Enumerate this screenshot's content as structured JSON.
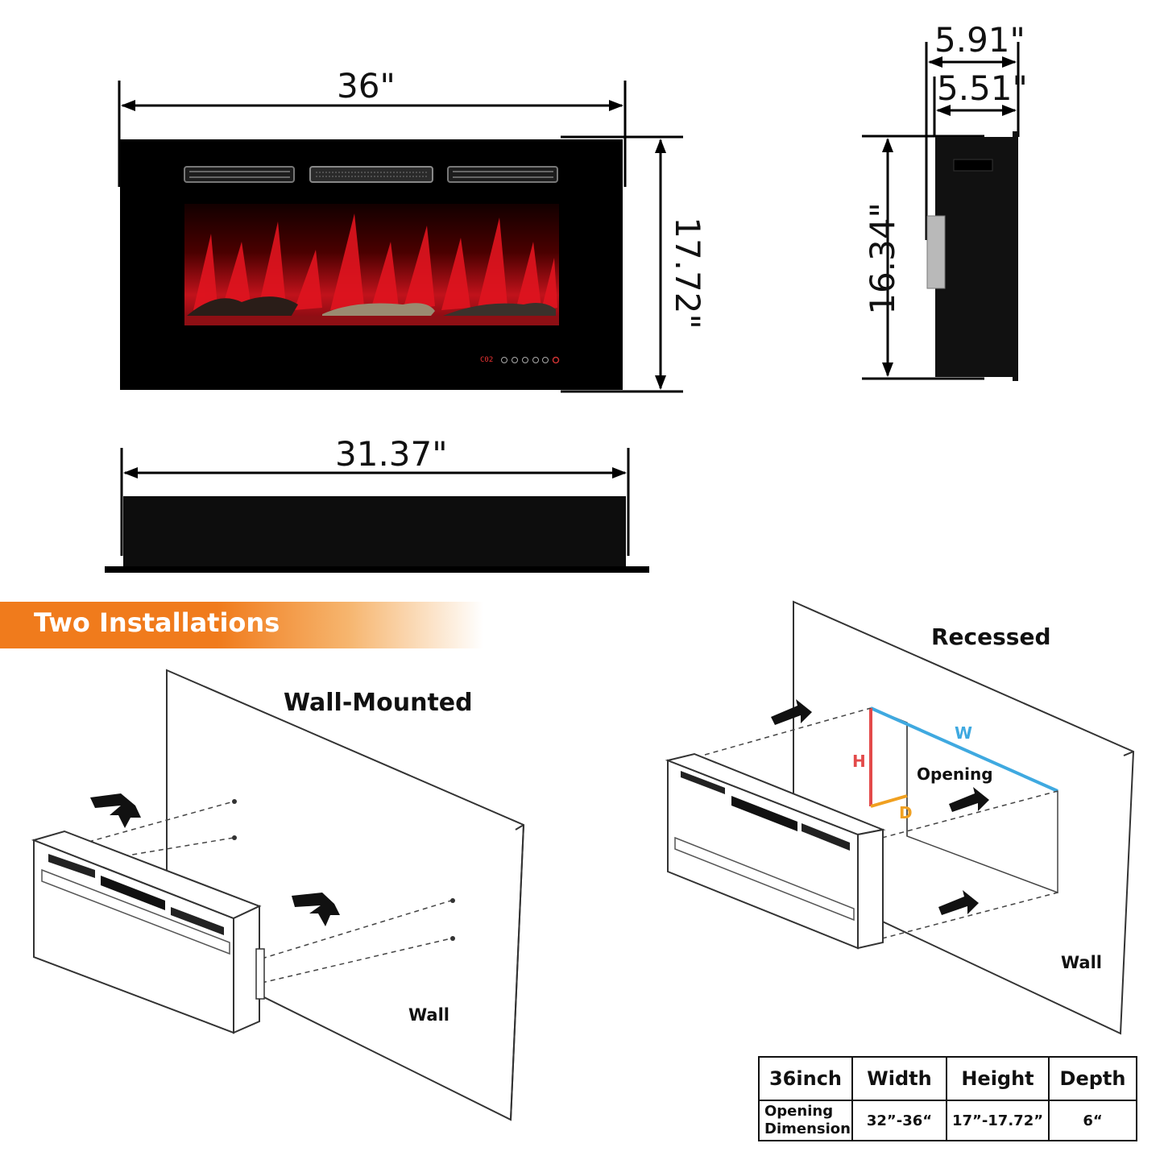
{
  "dimensions": {
    "width": "36\"",
    "height": "17.72\"",
    "bottom_width": "31.37\"",
    "side_depth_outer": "5.91\"",
    "side_depth_inner": "5.51\"",
    "side_height": "16.34\""
  },
  "panel": {
    "code": "C02"
  },
  "banner": {
    "title": "Two Installations"
  },
  "installations": {
    "wall_mounted": {
      "title": "Wall-Mounted",
      "wall_label": "Wall"
    },
    "recessed": {
      "title": "Recessed",
      "wall_label": "Wall",
      "opening_label": "Opening",
      "w_label": "W",
      "h_label": "H",
      "d_label": "D"
    }
  },
  "colors": {
    "banner": "#f07b1c",
    "w_line": "#3fa9e0",
    "h_line": "#e34a4a",
    "d_line": "#f0a020"
  },
  "spec_table": {
    "headers": [
      "36inch",
      "Width",
      "Height",
      "Depth"
    ],
    "row": [
      "Opening Dimension",
      "32”-36“",
      "17”-17.72”",
      "6“"
    ]
  }
}
